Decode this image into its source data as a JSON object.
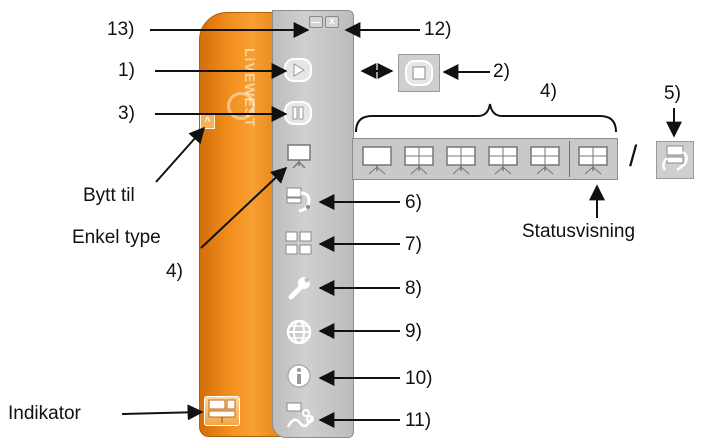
{
  "toolbar": {
    "brand": "LiVEWEST",
    "toggle_glyph": "^",
    "minimize_glyph": "—",
    "close_glyph": "x"
  },
  "annotations": {
    "n1": "1)",
    "n2": "2)",
    "n3": "3)",
    "n4_top": "4)",
    "n4_left": "4)",
    "n5": "5)",
    "n6": "6)",
    "n7": "7)",
    "n8": "8)",
    "n9": "9)",
    "n10": "10)",
    "n11": "11)",
    "n12": "12)",
    "n13": "13)",
    "switch_type_line1": "Bytt til",
    "switch_type_line2": "Enkel type",
    "status_view": "Statusvisning",
    "indicator": "Indikator",
    "slash": "/"
  },
  "icons": [
    "play-icon",
    "pause-icon",
    "display-layout-icon",
    "camera-projector-icon",
    "multi-screen-icon",
    "wrench-icon",
    "globe-icon",
    "info-icon",
    "network-scissors-icon",
    "stop-icon",
    "swap-display-icon"
  ],
  "colors": {
    "orange": "#f2901e",
    "grey": "#c4c4c4",
    "icon_white": "#ffffff",
    "icon_shade": "#8e8e8e"
  }
}
